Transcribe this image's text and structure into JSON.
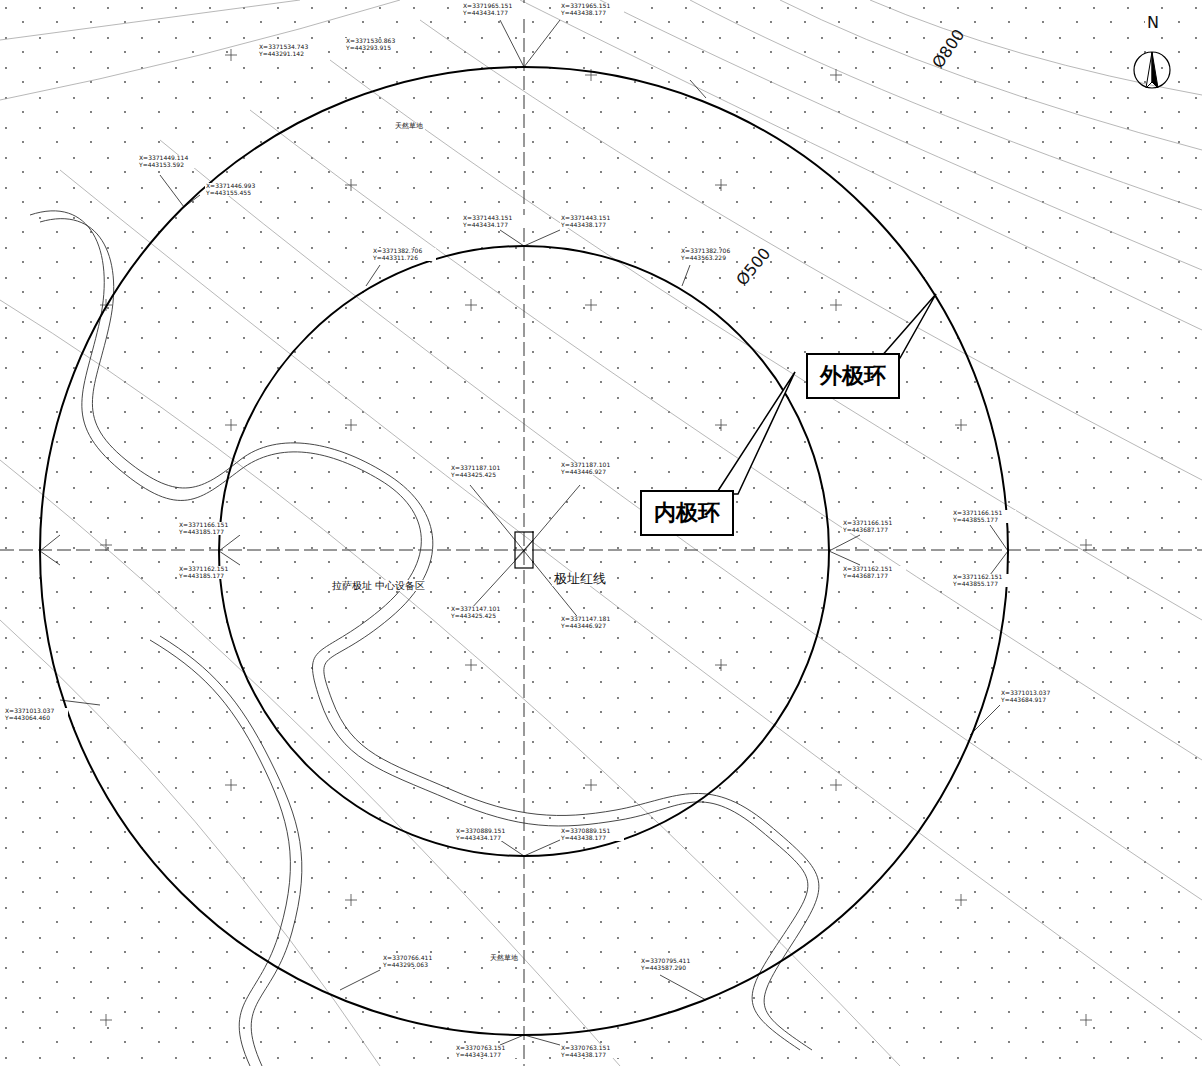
{
  "diagram": {
    "nodes": [
      {
        "text": [
          "外极环"
        ]
      },
      {
        "text": [
          "内极环"
        ]
      }
    ],
    "edges": [],
    "labels": [
      "X=3371965.151 Y=443434.177",
      "X=3371965.151 Y=443438.177",
      "X=3371534.743 Y=443291.142",
      "X=3371530.863 Y=443293.915",
      "X=3371449.114 Y=443153.592",
      "X=3371446.993 Y=443155.455",
      "X=3371443.151 Y=443434.177",
      "X=3371443.151 Y=443438.177",
      "X=3371382.706 Y=443311.726",
      "X=3371382.706 Y=443563.229",
      "X=3371166.151 Y=443185.177",
      "X=3371162.151 Y=443185.177",
      "X=3371166.151 Y=443687.177",
      "X=3371162.151 Y=443687.177",
      "X=3371166.151 Y=443855.177",
      "X=3371162.151 Y=443855.177",
      "X=3371187.101 Y=443425.425",
      "X=3371187.101 Y=443446.927",
      "X=3371147.101 Y=443425.425",
      "X=3371147.181 Y=443446.927",
      "X=3370889.151 Y=443434.177",
      "X=3370889.151 Y=443438.177",
      "X=3370763.151 Y=443434.177",
      "X=3370763.151 Y=443438.177",
      "X=3371013.037 Y=443684.917",
      "X=3371013.037 Y=443064.460",
      "X=3370766.411 Y=443295.063",
      "X=3370795.411 Y=443587.290",
      "天然草地",
      "天然草地",
      "拉萨极址 中心设备区",
      "极址红线",
      "Ø800",
      "Ø500",
      "N"
    ]
  }
}
